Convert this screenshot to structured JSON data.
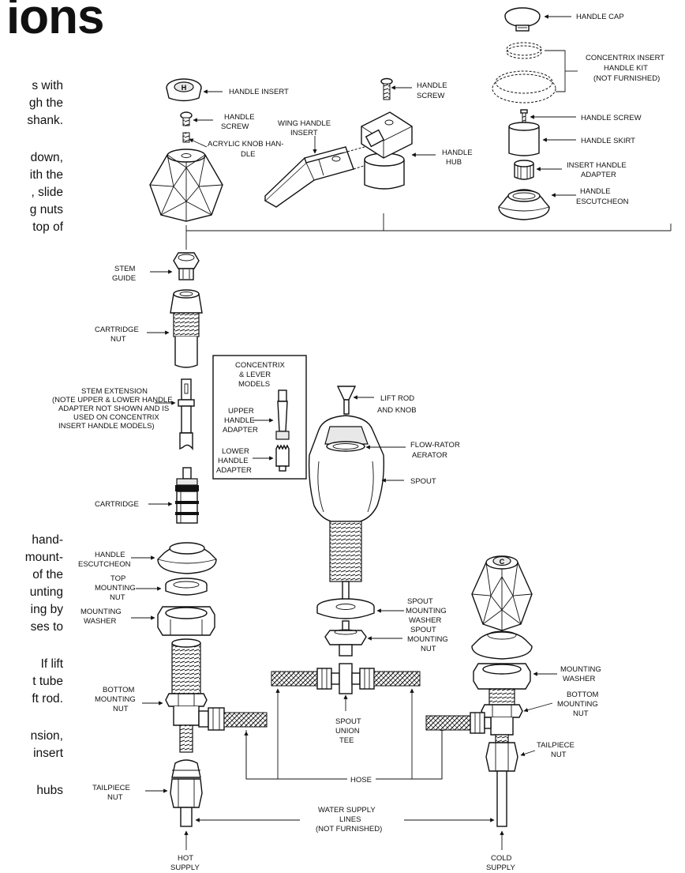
{
  "page": {
    "title": "ions",
    "left_fragments": [
      "s with",
      "gh the",
      "shank.",
      "down,",
      "ith the",
      ", slide",
      "g nuts",
      "top of",
      "hand-",
      "mount-",
      "of the",
      "unting",
      "ing by",
      "ses to",
      "If lift",
      "t tube",
      "ft rod.",
      "nsion,",
      "insert",
      "hubs"
    ]
  },
  "labels": {
    "handle_cap": "HANDLE CAP",
    "concentrix_insert_kit": [
      "CONCENTRIX  INSERT",
      "HANDLE KIT",
      "(NOT FURNISHED)"
    ],
    "handle_screw_right": "HANDLE SCREW",
    "handle_skirt": "HANDLE SKIRT",
    "insert_handle_adapter": [
      "INSERT HANDLE",
      "ADAPTER"
    ],
    "handle_escutcheon_top": [
      "HANDLE",
      "ESCUTCHEON"
    ],
    "handle_insert": "HANDLE INSERT",
    "handle_screw_left": [
      "HANDLE",
      "SCREW"
    ],
    "acrylic_knob_handle": [
      "ACRYLIC KNOB HAN-",
      "DLE"
    ],
    "wing_handle_insert": [
      "WING HANDLE",
      "INSERT"
    ],
    "handle_screw_mid": [
      "HANDLE",
      "SCREW"
    ],
    "handle_hub": [
      "HANDLE",
      "HUB"
    ],
    "stem_guide": [
      "STEM",
      "GUIDE"
    ],
    "cartridge_nut": [
      "CARTRIDGE",
      "NUT"
    ],
    "stem_extension": [
      "STEM EXTENSION",
      "(NOTE UPPER & LOWER HANDLE",
      "ADAPTER NOT SHOWN AND IS",
      "USED ON CONCENTRIX",
      "INSERT HANDLE  MODELS)"
    ],
    "cartridge": "CARTRIDGE",
    "inset_title": [
      "CONCENTRIX",
      "& LEVER",
      "MODELS"
    ],
    "upper_handle_adapter": [
      "UPPER",
      "HANDLE",
      "ADAPTER"
    ],
    "lower_handle_adapter": [
      "LOWER",
      "HANDLE",
      "ADAPTER"
    ],
    "lift_rod_and_knob": [
      "LIFT ROD",
      "AND KNOB"
    ],
    "flow_rator_aerator": [
      "FLOW-RATOR",
      "AERATOR"
    ],
    "spout": "SPOUT",
    "handle_escutcheon_left": [
      "HANDLE",
      "ESCUTCHEON"
    ],
    "top_mounting_nut": [
      "TOP",
      "MOUNTING",
      "NUT"
    ],
    "mounting_washer_left": [
      "MOUNTING",
      "WASHER"
    ],
    "spout_mounting_washer": [
      "SPOUT",
      "MOUNTING",
      "WASHER"
    ],
    "spout_mounting_nut": [
      "SPOUT",
      "MOUNTING",
      "NUT"
    ],
    "mounting_washer_right": [
      "MOUNTING",
      "WASHER"
    ],
    "bottom_mounting_nut_left": [
      "BOTTOM",
      "MOUNTING",
      "NUT"
    ],
    "bottom_mounting_nut_right": [
      "BOTTOM",
      "MOUNTING",
      "NUT"
    ],
    "spout_union_tee": [
      "SPOUT",
      "UNION",
      "TEE"
    ],
    "tailpiece_nut_right": [
      "TAILPIECE",
      "NUT"
    ],
    "hose": "HOSE",
    "tailpiece_nut_left": [
      "TAILPIECE",
      "NUT"
    ],
    "water_supply_lines": [
      "WATER SUPPLY",
      "LINES",
      "(NOT FURNISHED)"
    ],
    "hot_supply": [
      "HOT",
      "SUPPLY"
    ],
    "cold_supply": [
      "COLD",
      "SUPPLY"
    ],
    "insert_hot_letter": "H",
    "insert_cold_letter": "C"
  }
}
